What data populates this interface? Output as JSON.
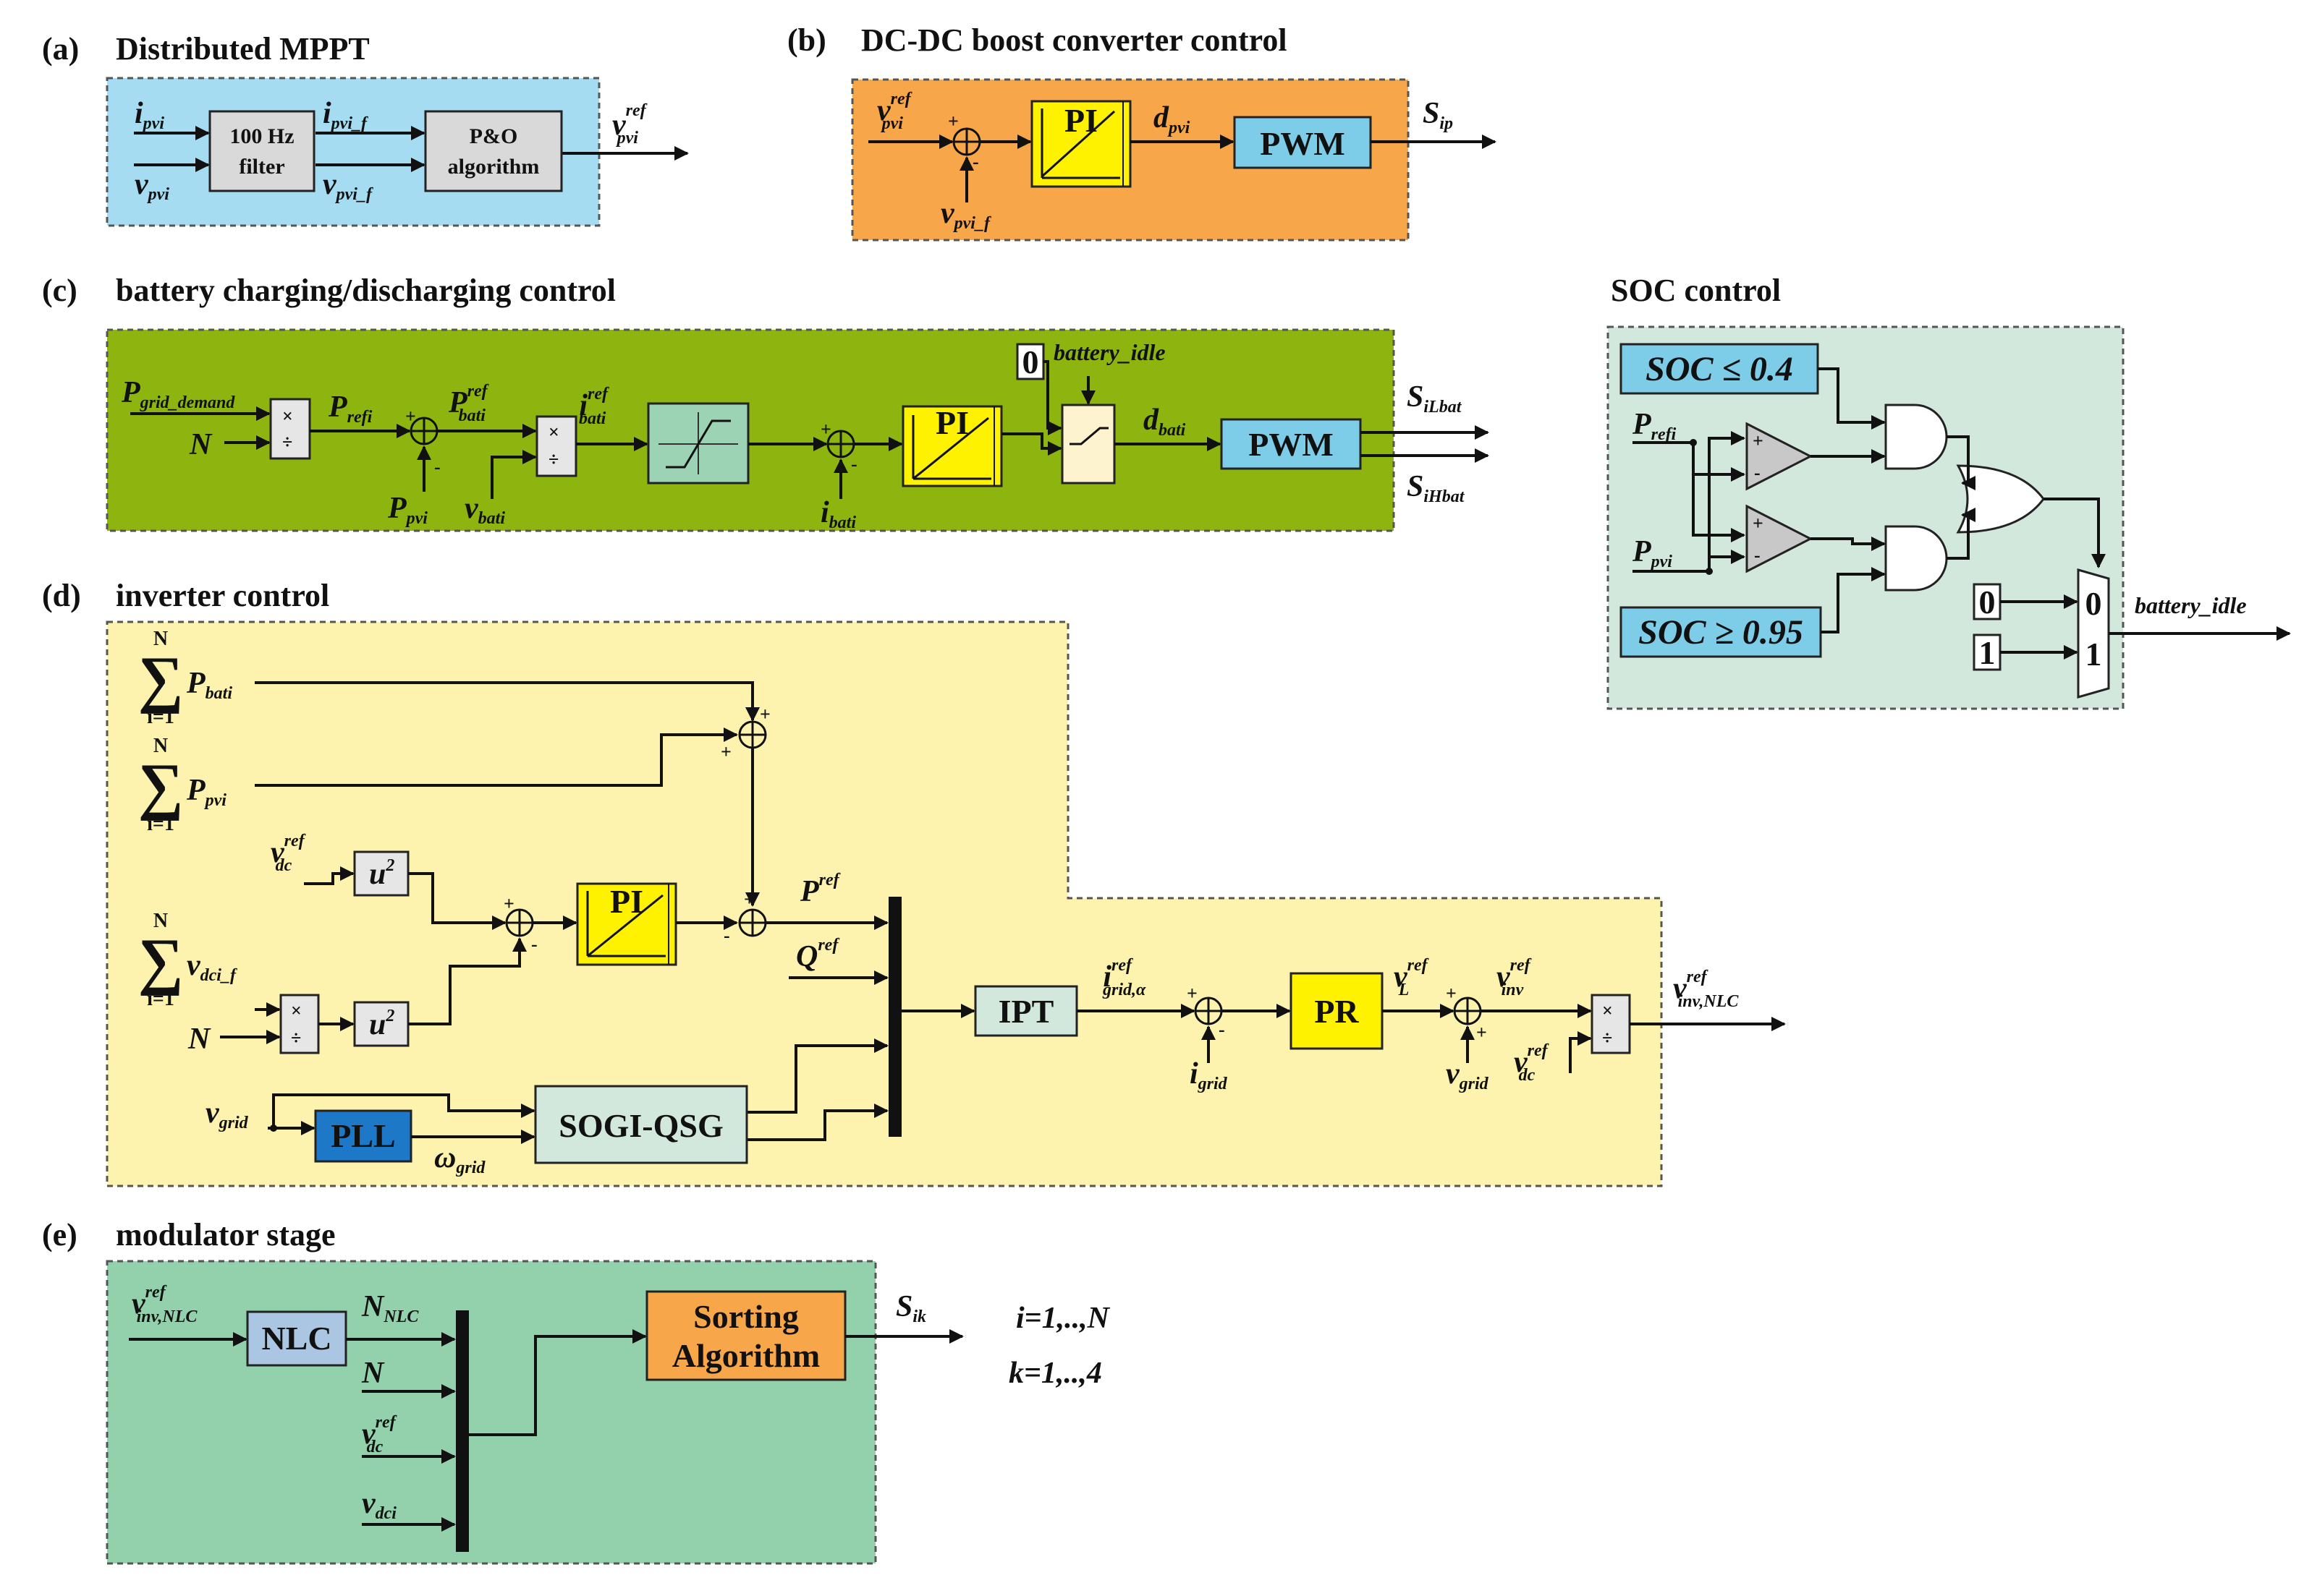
{
  "panels": {
    "a": {
      "tag": "(a)",
      "title": "Distributed MPPT",
      "color": "#a6dcf2"
    },
    "b": {
      "tag": "(b)",
      "title": "DC-DC boost converter control",
      "color": "#f7a649"
    },
    "c": {
      "tag": "(c)",
      "title": "battery charging/discharging control",
      "color": "#8eb50f"
    },
    "soc": {
      "title": "SOC control",
      "color": "#d3e8dc"
    },
    "d": {
      "tag": "(d)",
      "title": "inverter control",
      "color": "#fdf3ae"
    },
    "e": {
      "tag": "(e)",
      "title": "modulator stage",
      "color": "#93d1ad"
    }
  },
  "blocks": {
    "filter_line1": "100 Hz",
    "filter_line2": "filter",
    "po_line1": "P&O",
    "po_line2": "algorithm",
    "pi": "PI",
    "pwm": "PWM",
    "zero": "0",
    "one": "1",
    "ipt": "IPT",
    "pr": "PR",
    "pll": "PLL",
    "sogi": "SOGI-QSG",
    "nlc": "NLC",
    "sort_line1": "Sorting",
    "sort_line2": "Algorithm",
    "u2": "u",
    "u2_exp": "2"
  },
  "signals": {
    "i_pvi": "i",
    "i_pvi_sub": "pvi",
    "v_pvi": "v",
    "v_pvi_sub": "pvi",
    "i_pvi_f": "i",
    "i_pvi_f_sub": "pvi_f",
    "v_pvi_f": "v",
    "v_pvi_f_sub": "pvi_f",
    "v_pvi_ref": "v",
    "v_pvi_ref_sub": "pvi",
    "ref": "ref",
    "d_pvi": "d",
    "d_pvi_sub": "pvi",
    "s_ip": "S",
    "s_ip_sub": "ip",
    "p_grid": "P",
    "p_grid_sub": "grid_demand",
    "n": "N",
    "p_refi": "P",
    "p_refi_sub": "refi",
    "p_bati": "P",
    "p_bati_sub": "bati",
    "p_pvi": "P",
    "p_pvi_sub": "pvi",
    "i_bati": "i",
    "i_bati_sub": "bati",
    "v_bati": "v",
    "v_bati_sub": "bati",
    "battery_idle": "battery_idle",
    "d_bati": "d",
    "d_bati_sub": "bati",
    "s_ilbat": "S",
    "s_ilbat_sub": "iLbat",
    "s_ihbat": "S",
    "s_ihbat_sub": "iHbat",
    "soc_low": "SOC ≤ 0.4",
    "soc_high": "SOC ≥ 0.95",
    "sum_n": "N",
    "sum_i1": "i=1",
    "v_dc": "v",
    "v_dc_sub": "dc",
    "v_dci_f": "v",
    "v_dci_f_sub": "dci_f",
    "p_ref_cap": "P",
    "q_ref_cap": "Q",
    "v_grid": "v",
    "v_grid_sub": "grid",
    "omega": "ω",
    "omega_sub": "grid",
    "i_grid_a": "i",
    "i_grid_a_sub": "grid,α",
    "i_grid": "i",
    "i_grid_sub": "grid",
    "v_l": "v",
    "v_l_sub": "L",
    "v_inv": "v",
    "v_inv_sub": "inv",
    "v_inv_nlc": "v",
    "v_inv_nlc_sub": "inv,NLC",
    "n_nlc": "N",
    "n_nlc_sub": "NLC",
    "v_dci": "v",
    "v_dci_sub": "dci",
    "s_ik": "S",
    "s_ik_sub": "ik",
    "plus": "+",
    "minus": "-",
    "mul": "×",
    "div": "÷"
  },
  "notes": {
    "i_range": "i=1,..,N",
    "k_range": "k=1,..,4"
  }
}
